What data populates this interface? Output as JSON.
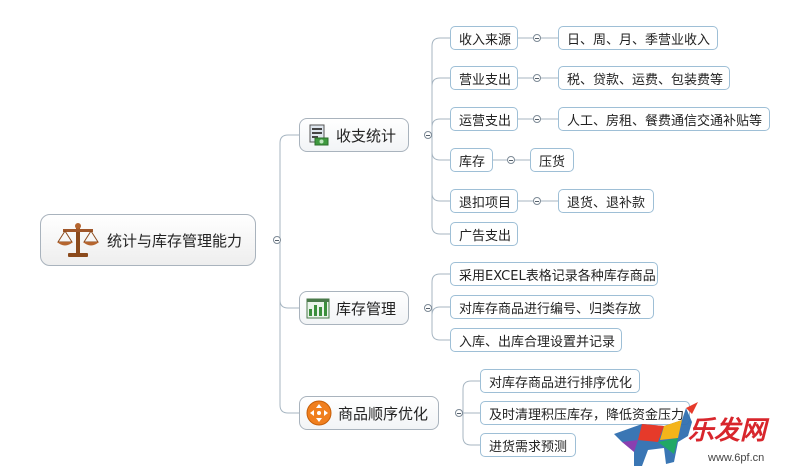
{
  "root": {
    "label": "统计与库存管理能力",
    "icon": "scale-icon"
  },
  "branches": [
    {
      "label": "收支统计",
      "icon": "ledger-icon",
      "children": [
        {
          "label": "收入来源",
          "detail": "日、周、月、季营业收入"
        },
        {
          "label": "营业支出",
          "detail": "税、贷款、运费、包装费等"
        },
        {
          "label": "运营支出",
          "detail": "人工、房租、餐费通信交通补贴等"
        },
        {
          "label": "库存",
          "detail": "压货"
        },
        {
          "label": "退扣项目",
          "detail": "退货、退补款"
        },
        {
          "label": "广告支出"
        }
      ]
    },
    {
      "label": "库存管理",
      "icon": "inventory-chart-icon",
      "children": [
        {
          "label": "采用EXCEL表格记录各种库存商品"
        },
        {
          "label": "对库存商品进行编号、归类存放"
        },
        {
          "label": "入库、出库合理设置并记录"
        }
      ]
    },
    {
      "label": "商品顺序优化",
      "icon": "reorder-arrows-icon",
      "children": [
        {
          "label": "对库存商品进行排序优化"
        },
        {
          "label": "及时清理积压库存，降低资金压力"
        },
        {
          "label": "进货需求预测"
        }
      ]
    }
  ],
  "watermark": {
    "text": "乐发网",
    "url": "www.6pf.cn"
  },
  "colors": {
    "line": "#a7b6c2",
    "leaf_border": "#9ebfd6",
    "watermark_red": "#d8262c"
  }
}
